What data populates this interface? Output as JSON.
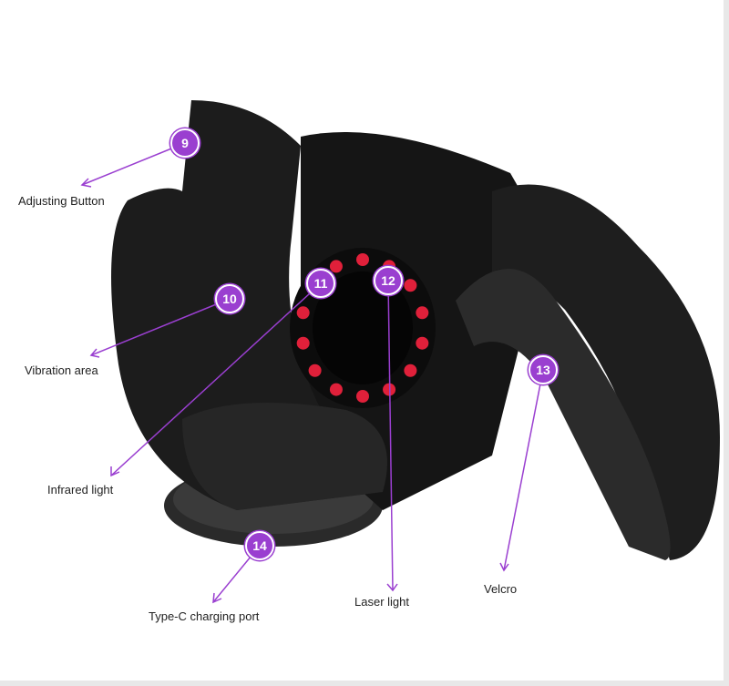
{
  "callouts": [
    {
      "number": "9",
      "label": "Adjusting Button"
    },
    {
      "number": "10",
      "label": "Vibration area"
    },
    {
      "number": "11",
      "label": "Infrared light"
    },
    {
      "number": "12",
      "label": "Laser light"
    },
    {
      "number": "13",
      "label": "Velcro"
    },
    {
      "number": "14",
      "label": "Type-C charging port"
    }
  ],
  "colors": {
    "badge": "#9a3fd0",
    "device": "#151515",
    "led": "#e0203a"
  }
}
